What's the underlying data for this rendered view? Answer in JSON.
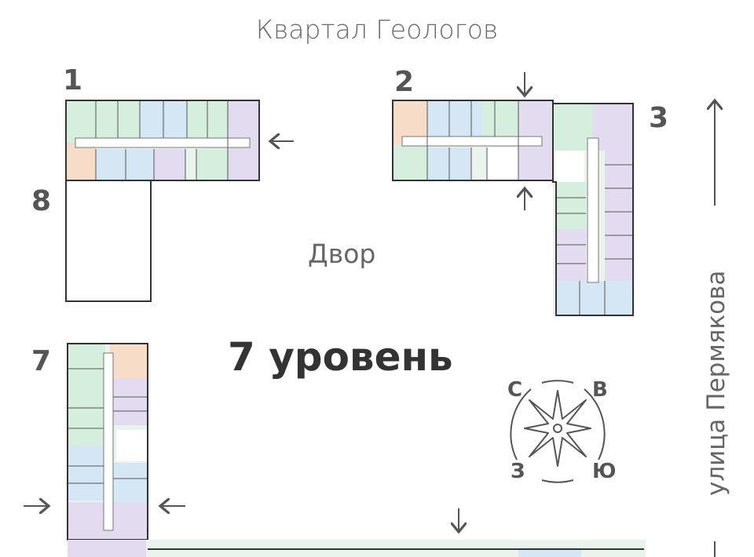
{
  "map": {
    "street_top": "Квартал Геологов",
    "street_right": "улица Пермякова",
    "yard_label": "Двор",
    "level_label": "7 уровень",
    "sections": [
      {
        "number": "1"
      },
      {
        "number": "2"
      },
      {
        "number": "3"
      },
      {
        "number": "7"
      },
      {
        "number": "8"
      }
    ],
    "compass": {
      "north": "С",
      "east": "В",
      "south": "Ю",
      "west": "З"
    },
    "colors": {
      "green": "#d6eedd",
      "blue": "#d5e6f5",
      "purple": "#e3dcf0",
      "orange": "#f7dcc8",
      "walls": "#333333"
    },
    "icons": [
      "entrance-arrow-icon",
      "compass-rose-icon",
      "street-direction-arrow-icon"
    ]
  }
}
